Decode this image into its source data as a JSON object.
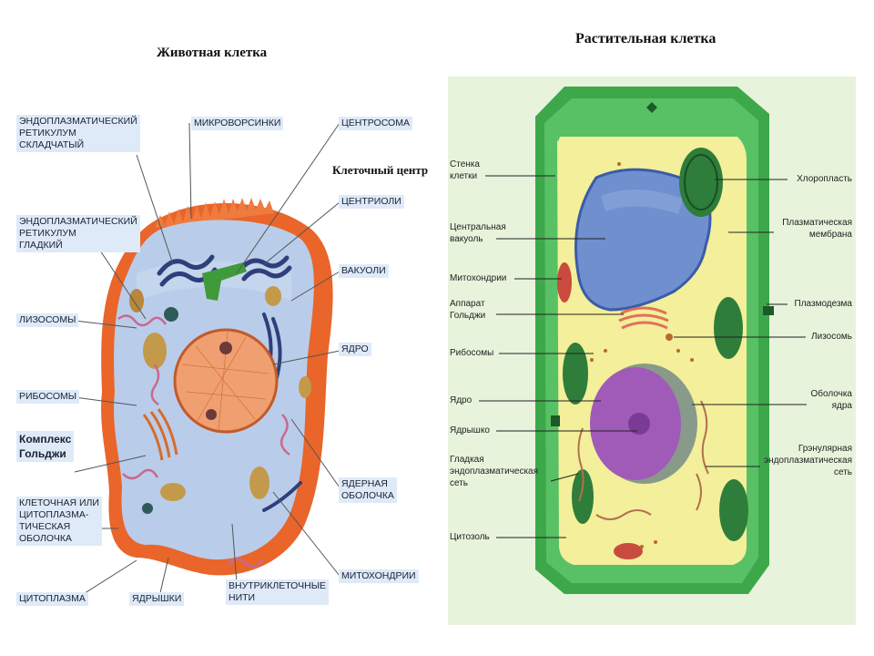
{
  "animal": {
    "title": "Животная клетка",
    "labels": {
      "er_rough": "ЭНДОПЛАЗМАТИЧЕСКИЙ\nРЕТИКУЛУМ\nСКЛАДЧАТЫЙ",
      "er_smooth": "ЭНДОПЛАЗМАТИЧЕСКИЙ\nРЕТИКУЛУМ\nГЛАДКИЙ",
      "lysosomes": "ЛИЗОСОМЫ",
      "ribosomes": "РИБОСОМЫ",
      "golgi": "Комплекс\nГольджи",
      "membrane": "КЛЕТОЧНАЯ ИЛИ\nЦИТОПЛАЗМА-\nТИЧЕСКАЯ\nОБОЛОЧКА",
      "cytoplasm": "ЦИТОПЛАЗМА",
      "nucleoli": "ЯДРЫШКИ",
      "microvilli": "МИКРОВОРСИНКИ",
      "centrosome": "ЦЕНТРОСОМА",
      "cell_center": "Клеточный центр",
      "centrioles": "ЦЕНТРИОЛИ",
      "vacuoles": "ВАКУОЛИ",
      "nucleus": "ЯДРО",
      "nuclear_envelope": "ЯДЕРНАЯ\nОБОЛОЧКА",
      "mitochondria": "МИТОХОНДРИИ",
      "filaments": "ВНУТРИКЛЕТОЧНЫЕ\nНИТИ"
    }
  },
  "plant": {
    "title": "Растительная клетка",
    "labels": {
      "wall": "Стенка\nклетки",
      "central_vacuole": "Центральная\nвакуоль",
      "mitochondria": "Митохондрии",
      "golgi": "Аппарат\nГольджи",
      "ribosomes": "Рибосомы",
      "nucleus": "Ядро",
      "nucleolus": "Ядрышко",
      "smooth_er": "Гладкая\nэндоплазматическая\nсеть",
      "cytosol": "Цитозоль",
      "chloroplast": "Хлоропласть",
      "plasma_membrane": "Плазматическая\nмембрана",
      "plasmodesma": "Плазмодезма",
      "lysosome": "Лизосомь",
      "nuclear_envelope": "Оболочка\nядра",
      "granular_er": "Грэнулярная\nэндоплазматическая\nсеть"
    }
  },
  "colors": {
    "animal_cytoplasm": "#b9cdea",
    "animal_membrane": "#e9652a",
    "animal_nucleus": "#f0a070",
    "plant_wall": "#3da84a",
    "plant_cytoplasm": "#f3ef9a",
    "plant_vacuole": "#6f8fcf",
    "plant_nucleus": "#a05ab8",
    "plant_bg": "#e8f3dc"
  }
}
